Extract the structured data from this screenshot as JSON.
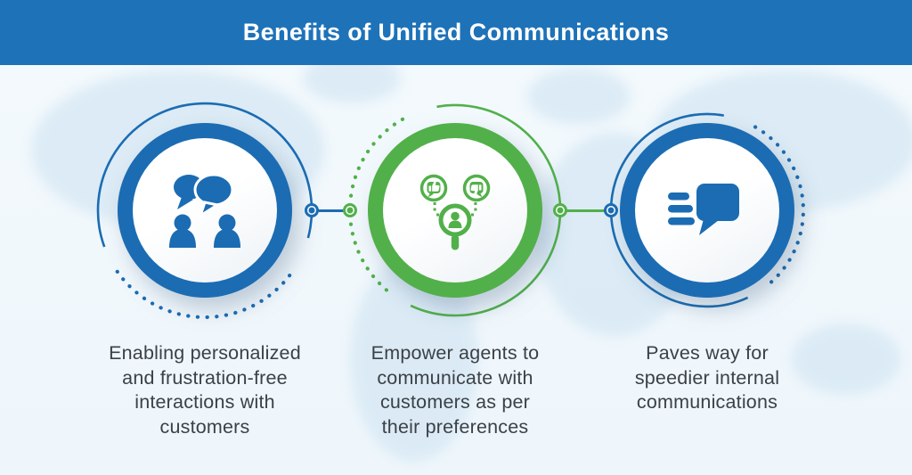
{
  "header": {
    "title": "Benefits of Unified Communications",
    "background_color": "#1e72b8",
    "text_color": "#ffffff"
  },
  "background": {
    "color": "#f2f8fc",
    "map_color": "#d7e8f4"
  },
  "accent_colors": {
    "blue": "#1b6cb3",
    "green": "#52b04a",
    "caption_text": "#3b4147"
  },
  "items": [
    {
      "icon": "people-conversation-icon",
      "accent": "blue",
      "caption": "Enabling personalized\nand frustration-free\ninteractions with\ncustomers"
    },
    {
      "icon": "customer-feedback-search-icon",
      "accent": "green",
      "caption": "Empower agents to\ncommunicate with\ncustomers as per\ntheir preferences"
    },
    {
      "icon": "speedy-message-icon",
      "accent": "blue",
      "caption": "Paves way for\nspeedier internal\ncommunications"
    }
  ]
}
